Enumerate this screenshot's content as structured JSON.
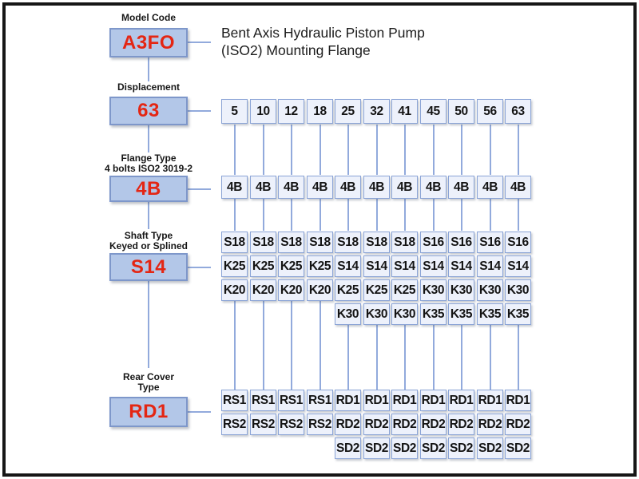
{
  "title": {
    "line1": "Bent Axis Hydraulic Piston Pump",
    "line2": "(ISO2) Mounting Flange"
  },
  "selectors": [
    {
      "id": "model-code",
      "label_lines": [
        "Model Code"
      ],
      "value": "A3FO"
    },
    {
      "id": "displacement",
      "label_lines": [
        "Displacement"
      ],
      "value": "63"
    },
    {
      "id": "flange-type",
      "label_lines": [
        "Flange Type",
        "4 bolts ISO2 3019-2"
      ],
      "value": "4B"
    },
    {
      "id": "shaft-type",
      "label_lines": [
        "Shaft Type",
        "Keyed or Splined"
      ],
      "value": "S14"
    },
    {
      "id": "rear-cover",
      "label_lines": [
        "Rear Cover",
        "Type"
      ],
      "value": "RD1"
    }
  ],
  "grid": {
    "displacement_options": [
      "5",
      "10",
      "12",
      "18",
      "25",
      "32",
      "41",
      "45",
      "50",
      "56",
      "63"
    ],
    "flange_options": [
      "4B",
      "4B",
      "4B",
      "4B",
      "4B",
      "4B",
      "4B",
      "4B",
      "4B",
      "4B",
      "4B"
    ],
    "shaft_option_rows": [
      [
        "S18",
        "S18",
        "S18",
        "S18",
        "S18",
        "S18",
        "S18",
        "S16",
        "S16",
        "S16",
        "S16"
      ],
      [
        "K25",
        "K25",
        "K25",
        "K25",
        "S14",
        "S14",
        "S14",
        "S14",
        "S14",
        "S14",
        "S14"
      ],
      [
        "K20",
        "K20",
        "K20",
        "K20",
        "K25",
        "K25",
        "K25",
        "K30",
        "K30",
        "K30",
        "K30"
      ],
      [
        null,
        null,
        null,
        null,
        "K30",
        "K30",
        "K30",
        "K35",
        "K35",
        "K35",
        "K35"
      ]
    ],
    "rear_cover_option_rows": [
      [
        "RS1",
        "RS1",
        "RS1",
        "RS1",
        "RD1",
        "RD1",
        "RD1",
        "RD1",
        "RD1",
        "RD1",
        "RD1"
      ],
      [
        "RS2",
        "RS2",
        "RS2",
        "RS2",
        "RD2",
        "RD2",
        "RD2",
        "RD2",
        "RD2",
        "RD2",
        "RD2"
      ],
      [
        null,
        null,
        null,
        null,
        "SD2",
        "SD2",
        "SD2",
        "SD2",
        "SD2",
        "SD2",
        "SD2"
      ]
    ]
  },
  "colors": {
    "selector_fill": "#b3c7e8",
    "selector_border": "#7e97ca",
    "option_fill": "#edf1fb",
    "option_border": "#8ba4d6",
    "connector": "#92aadc",
    "selected_value_text": "#e42613"
  }
}
